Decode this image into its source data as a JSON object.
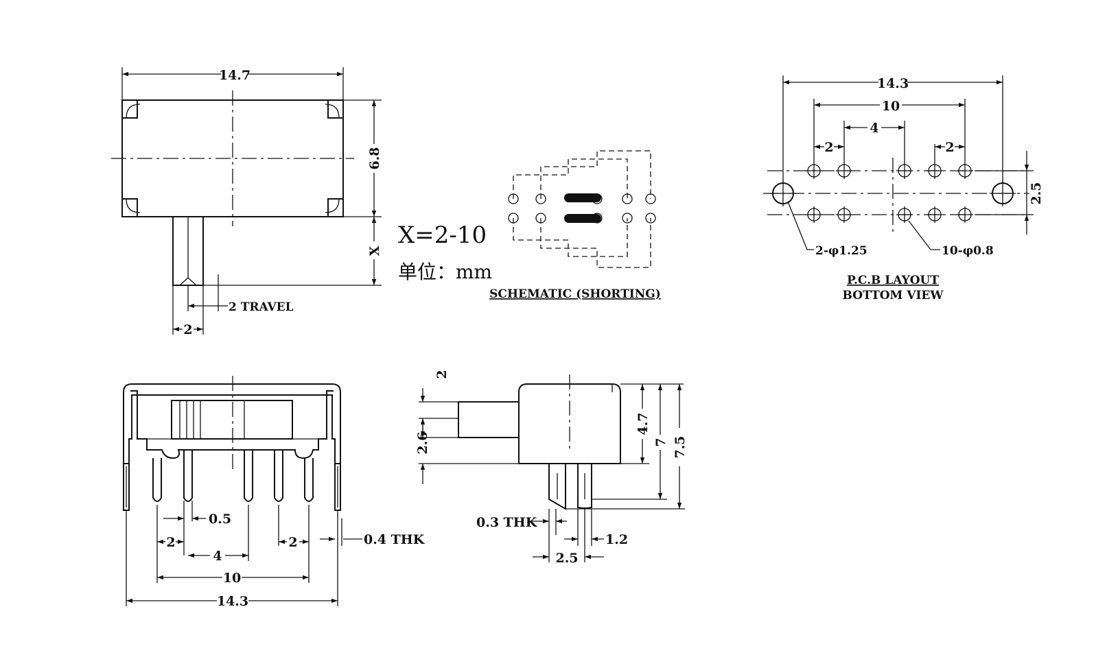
{
  "top_view": {
    "width": "14.7",
    "height": "6.8",
    "x_label": "X",
    "travel": "2 TRAVEL",
    "actuator_width": "2"
  },
  "note": {
    "formula": "X=2-10",
    "unit": "单位：mm"
  },
  "schematic": {
    "caption": "SCHEMATIC (SHORTING)"
  },
  "pcb": {
    "overall": "14.3",
    "span": "10",
    "gap": "4",
    "pitch_left": "2",
    "pitch_right": "2",
    "row_gap": "2.5",
    "mount_holes": "2-φ1.25",
    "pin_holes": "10-φ0.8",
    "caption_1": "P.C.B LAYOUT",
    "caption_2": "BOTTOM VIEW"
  },
  "front_view": {
    "pin_width": "0.5",
    "pitch_left": "2",
    "gap": "4",
    "pitch_right": "2",
    "span": "10",
    "overall": "14.3",
    "tab_thk": "0.4 THK"
  },
  "side_view": {
    "knob_top": "2",
    "knob_height": "2.6",
    "body_height": "4.7",
    "pin_height": "7",
    "total_height": "7.5",
    "pin_thk": "0.3 THK",
    "pin_width": "1.2",
    "pin_spacing": "2.5"
  }
}
